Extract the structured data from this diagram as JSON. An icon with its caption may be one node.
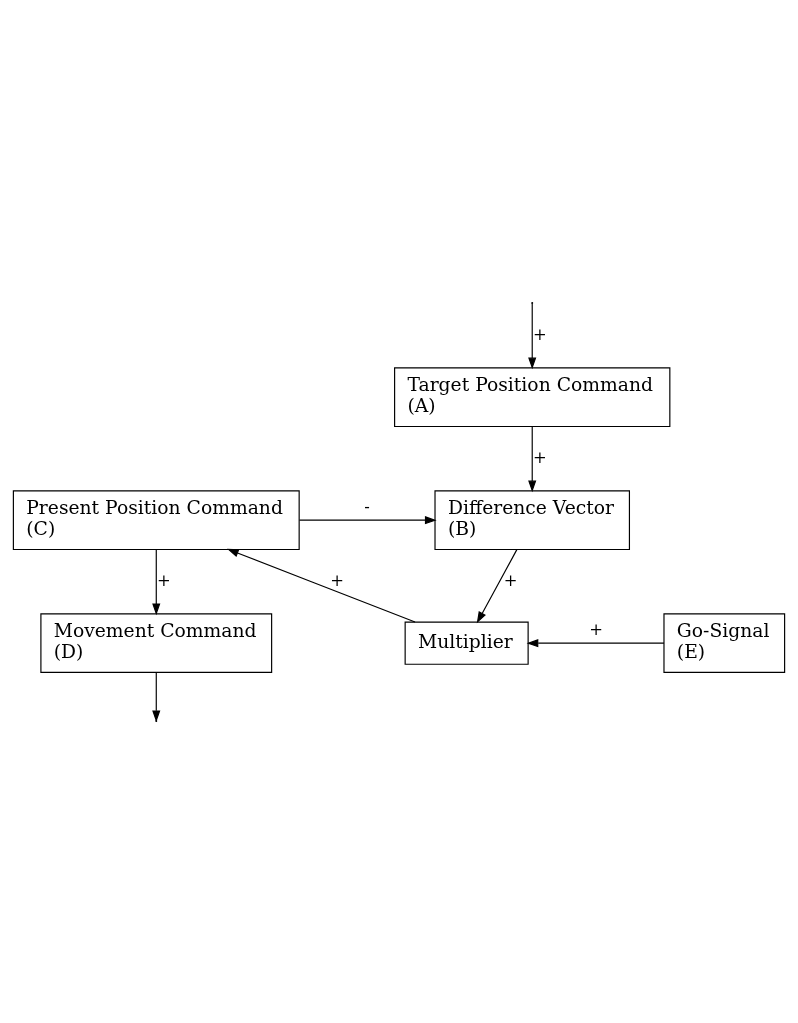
{
  "diagram": {
    "nodes": [
      {
        "text": [
          "Target Position Command",
          "(A)"
        ]
      },
      {
        "text": [
          "Difference Vector",
          "(B)"
        ]
      },
      {
        "text": [
          "Multiplier"
        ]
      },
      {
        "text": [
          "Go-Signal",
          "(E)"
        ]
      },
      {
        "text": [
          "Present Position Command",
          "(C)"
        ]
      },
      {
        "text": [
          "Movement Command",
          "(D)"
        ]
      }
    ],
    "edges": [
      {
        "from": null,
        "to": 0,
        "arrow": "to",
        "label": "+"
      },
      {
        "from": 0,
        "to": 1,
        "arrow": "to",
        "label": "+"
      },
      {
        "from": 1,
        "to": 2,
        "arrow": "to",
        "label": "+"
      },
      {
        "from": 3,
        "to": 2,
        "arrow": "to",
        "label": "+"
      },
      {
        "from": 2,
        "to": 4,
        "arrow": "to",
        "label": "+"
      },
      {
        "from": 4,
        "to": 1,
        "arrow": "to",
        "label": "-"
      },
      {
        "from": 4,
        "to": 5,
        "arrow": "to",
        "label": "+"
      },
      {
        "from": 5,
        "to": null,
        "arrow": "to"
      }
    ]
  }
}
